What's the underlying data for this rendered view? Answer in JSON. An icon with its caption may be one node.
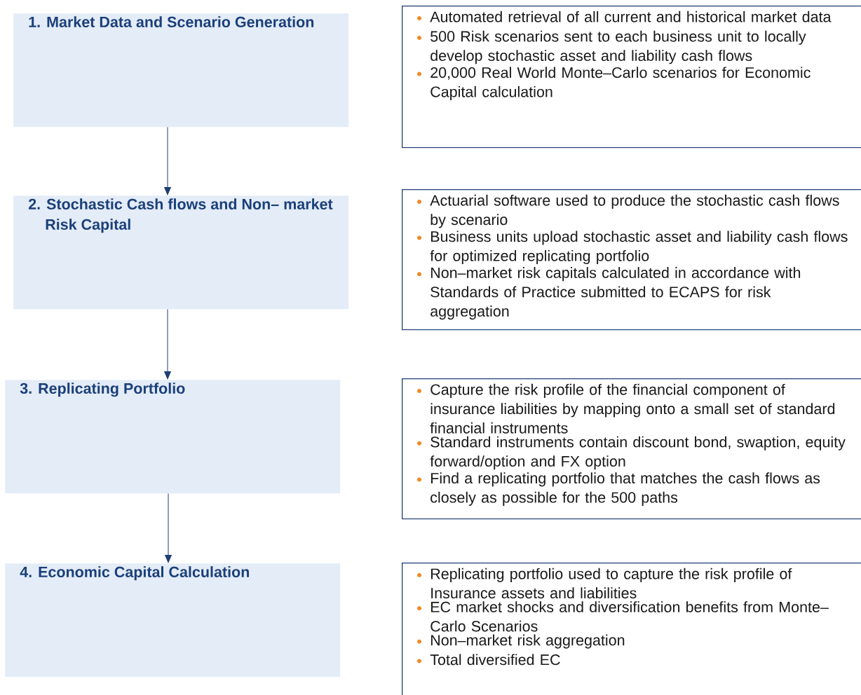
{
  "diagram": {
    "nodes": [
      {
        "text": [
          "1. Market Data and Scenario Generation"
        ]
      },
      {
        "text": [
          "Automated retrieval of all current and historical market data",
          "500 Risk scenarios sent to each business unit to locally develop stochastic asset and liability cash flows",
          "20,000 Real World Monte–Carlo scenarios for Economic Capital calculation"
        ]
      },
      {
        "text": [
          "2. Stochastic Cash flows and Non– market Risk Capital"
        ]
      },
      {
        "text": [
          "Actuarial software used to produce the stochastic cash flows by scenario",
          "Business units upload stochastic asset and liability cash flows for optimized replicating portfolio",
          "Non–market risk capitals calculated in accordance with Standards of Practice submitted to ECAPS for risk aggregation"
        ]
      },
      {
        "text": [
          "3. Replicating Portfolio"
        ]
      },
      {
        "text": [
          "Capture the risk profile of the financial component of insurance liabilities by mapping onto a small set of standard financial instruments",
          "Standard instruments contain discount bond, swaption, equity forward/option and FX option",
          "Find a replicating portfolio that matches the cash flows as closely as possible for the 500 paths"
        ]
      },
      {
        "text": [
          "4. Economic Capital Calculation"
        ]
      },
      {
        "text": [
          "Replicating portfolio used to capture the risk profile of Insurance assets and liabilities",
          "EC market shocks and diversification benefits from Monte–Carlo Scenarios",
          "Non–market risk aggregation",
          "Total diversified EC"
        ]
      }
    ],
    "edges": [
      {
        "from": 0,
        "to": 2,
        "arrow": "to"
      },
      {
        "from": 2,
        "to": 4,
        "arrow": "to"
      },
      {
        "from": 4,
        "to": 6,
        "arrow": "to"
      }
    ]
  }
}
